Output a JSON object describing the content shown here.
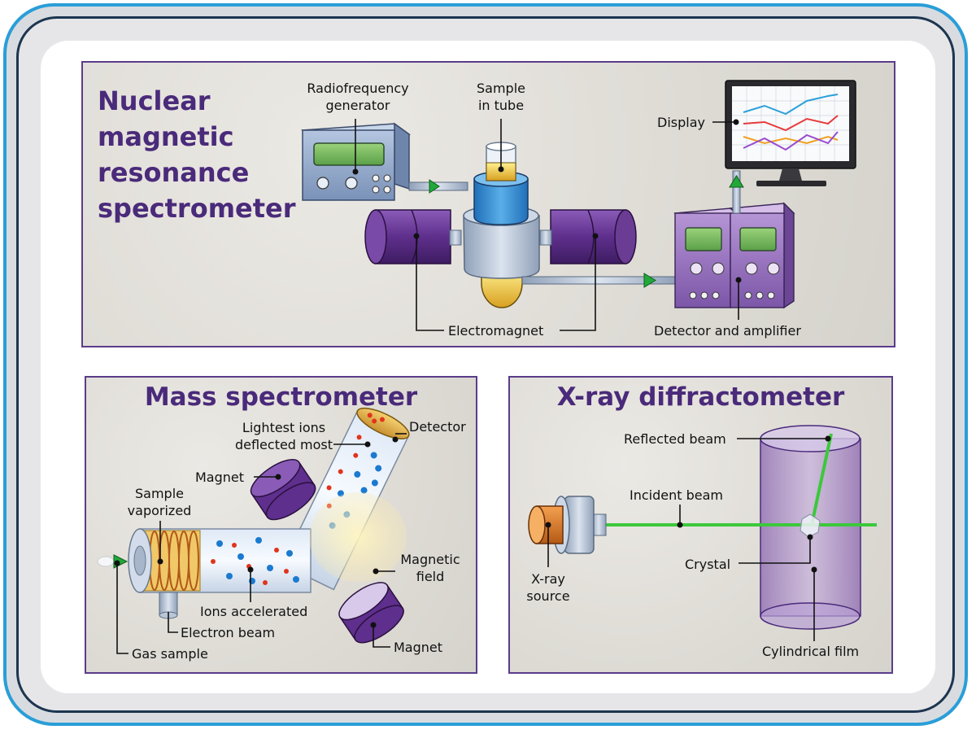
{
  "nmr": {
    "title": [
      "Nuclear",
      "magnetic",
      "resonance",
      "spectrometer"
    ],
    "labels": {
      "rf_generator": [
        "Radiofrequency",
        "generator"
      ],
      "sample_tube": [
        "Sample",
        "in tube"
      ],
      "display": "Display",
      "electromagnet": "Electromagnet",
      "detector": "Detector and amplifier"
    }
  },
  "mass": {
    "title": "Mass spectrometer",
    "labels": {
      "lightest_ions": [
        "Lightest ions",
        "deflected most"
      ],
      "detector": "Detector",
      "magnet_top": "Magnet",
      "sample_vaporized": [
        "Sample",
        "vaporized"
      ],
      "magnetic_field": [
        "Magnetic",
        "field"
      ],
      "ions_accelerated": "Ions accelerated",
      "electron_beam": "Electron beam",
      "gas_sample": "Gas sample",
      "magnet_bottom": "Magnet"
    }
  },
  "xray": {
    "title": "X-ray diffractometer",
    "labels": {
      "reflected_beam": "Reflected beam",
      "incident_beam": "Incident beam",
      "crystal": "Crystal",
      "source": [
        "X-ray",
        "source"
      ],
      "film": "Cylindrical film"
    }
  },
  "colors": {
    "frame": "#2a9ed8",
    "heading": "#4a2a7a",
    "magnet": "#6a3c94",
    "arrow": "#22a83a",
    "beam": "#3cc83c"
  }
}
